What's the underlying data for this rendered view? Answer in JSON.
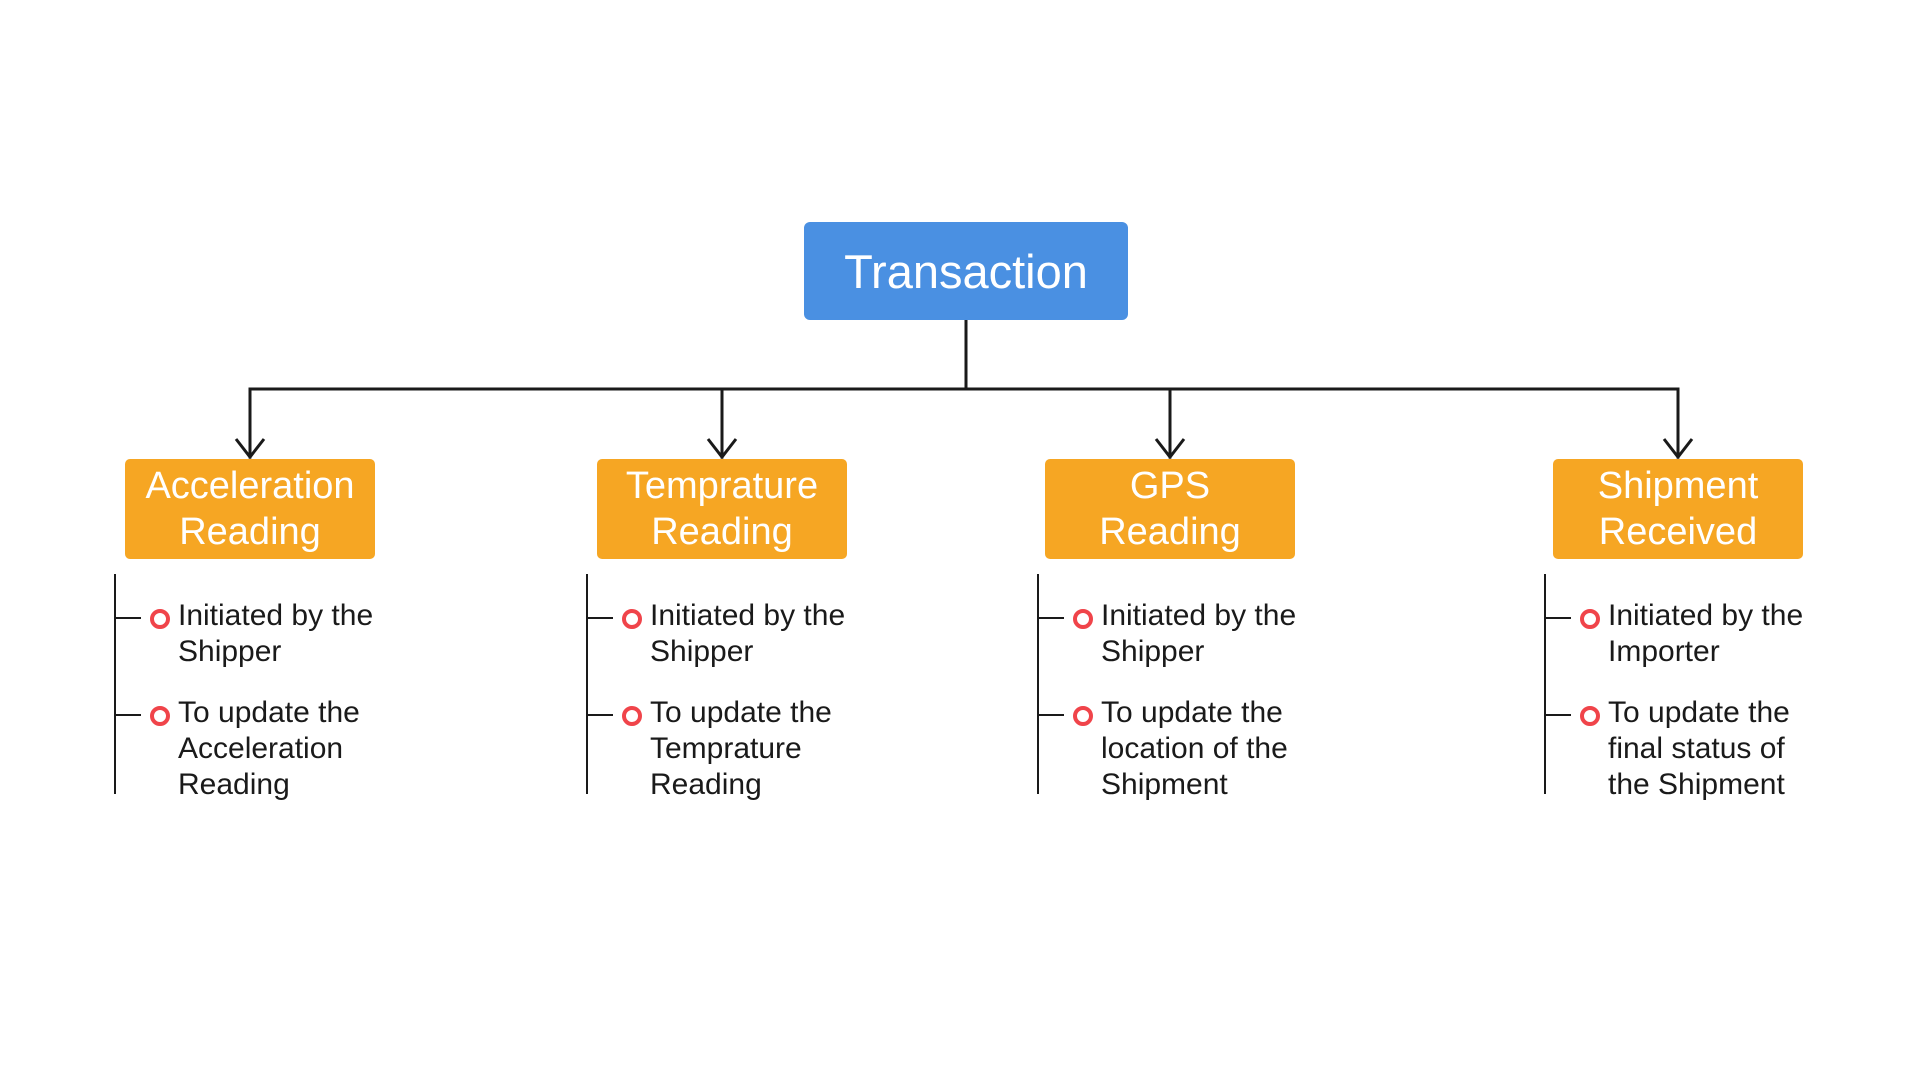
{
  "colors": {
    "root_fill": "#4a90e2",
    "node_fill": "#f6a623",
    "bullet_ring": "#f0444a",
    "line": "#1a1a1a",
    "background": "#ffffff"
  },
  "root": {
    "label": "Transaction"
  },
  "branches": [
    {
      "title_lines": [
        "Acceleration",
        "Reading"
      ],
      "bullets": [
        {
          "icon": "circle-bullet-icon",
          "lines": [
            "Initiated by the",
            "Shipper"
          ]
        },
        {
          "icon": "circle-bullet-icon",
          "lines": [
            "To update the",
            "Acceleration",
            "Reading"
          ]
        }
      ]
    },
    {
      "title_lines": [
        "Temprature",
        "Reading"
      ],
      "bullets": [
        {
          "icon": "circle-bullet-icon",
          "lines": [
            "Initiated by the",
            "Shipper"
          ]
        },
        {
          "icon": "circle-bullet-icon",
          "lines": [
            "To update the",
            "Temprature",
            "Reading"
          ]
        }
      ]
    },
    {
      "title_lines": [
        "GPS",
        "Reading"
      ],
      "bullets": [
        {
          "icon": "circle-bullet-icon",
          "lines": [
            "Initiated by the",
            "Shipper"
          ]
        },
        {
          "icon": "circle-bullet-icon",
          "lines": [
            "To update the",
            "location of the",
            "Shipment"
          ]
        }
      ]
    },
    {
      "title_lines": [
        "Shipment",
        "Received"
      ],
      "bullets": [
        {
          "icon": "circle-bullet-icon",
          "lines": [
            "Initiated by the",
            "Importer"
          ]
        },
        {
          "icon": "circle-bullet-icon",
          "lines": [
            "To update the",
            "final status of",
            "the Shipment"
          ]
        }
      ]
    }
  ]
}
